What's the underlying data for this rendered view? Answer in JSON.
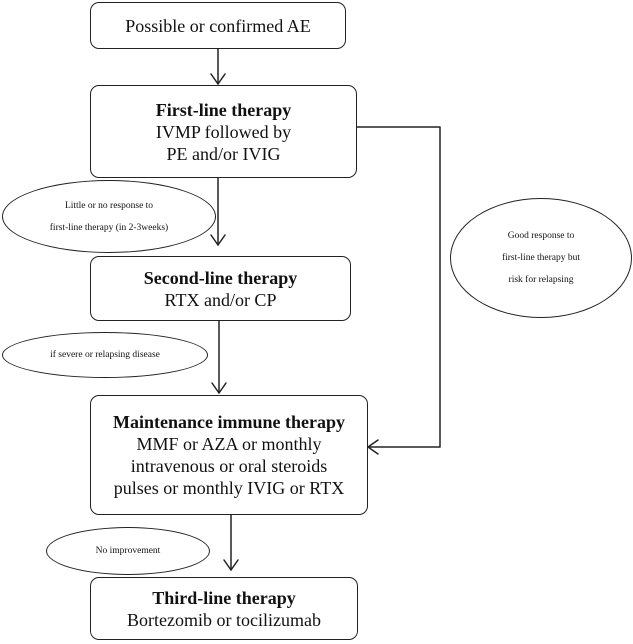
{
  "nodes": {
    "start": {
      "line": "Possible or confirmed AE"
    },
    "first_line": {
      "title": "First-line therapy",
      "lines": [
        "IVMP followed by",
        "PE and/or IVIG"
      ]
    },
    "second_line": {
      "title": "Second-line therapy",
      "lines": [
        "RTX and/or CP"
      ]
    },
    "maintenance": {
      "title": "Maintenance immune therapy",
      "lines": [
        "MMF or AZA or monthly",
        "intravenous or oral steroids",
        "pulses or monthly IVIG or RTX"
      ]
    },
    "third_line": {
      "title": "Third-line therapy",
      "lines": [
        "Bortezomib or tocilizumab"
      ]
    }
  },
  "notes": {
    "little_response": [
      "Little or no response to",
      "first-line therapy (in 2-3weeks)"
    ],
    "good_response": [
      "Good response to",
      "first-line therapy but",
      "risk for relapsing"
    ],
    "severe": [
      "if severe or relapsing disease"
    ],
    "no_improvement": [
      "No improvement"
    ]
  }
}
